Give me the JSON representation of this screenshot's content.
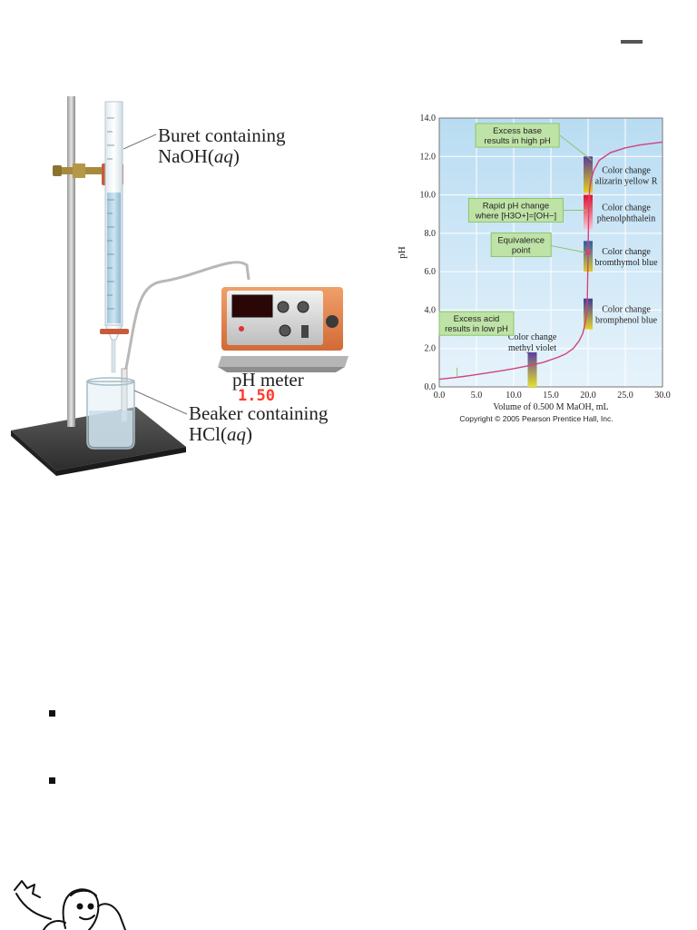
{
  "page": {
    "top_dash": "—"
  },
  "apparatus": {
    "buret_label_line1": "Buret containing",
    "buret_label_line2": "NaOH(",
    "buret_label_italic": "aq",
    "buret_label_close": ")",
    "meter_display": "1.50",
    "meter_label": "pH meter",
    "beaker_label_line1": "Beaker containing",
    "beaker_label_line2": "HCl(",
    "beaker_label_italic": "aq",
    "beaker_label_close": ")"
  },
  "chart_data": {
    "type": "line",
    "xlabel": "Volume of 0.500 M MaOH, mL",
    "ylabel": "pH",
    "xlim": [
      0,
      30
    ],
    "ylim": [
      0,
      14
    ],
    "x_ticks": [
      "0.0",
      "5.0",
      "10.0",
      "15.0",
      "20.0",
      "25.0",
      "30.0"
    ],
    "y_ticks": [
      "0.0",
      "2.0",
      "4.0",
      "6.0",
      "8.0",
      "10.0",
      "12.0",
      "14.0"
    ],
    "grid": true,
    "series": [
      {
        "x": [
          0,
          2,
          4,
          6,
          8,
          10,
          12,
          14,
          16,
          17,
          18,
          18.8,
          19.3,
          19.6,
          19.8,
          19.9,
          20.0,
          20.1,
          20.2,
          20.4,
          20.8,
          21.5,
          23,
          25,
          27,
          30
        ],
        "y": [
          0.4,
          0.48,
          0.58,
          0.7,
          0.82,
          0.95,
          1.1,
          1.28,
          1.55,
          1.72,
          2.0,
          2.4,
          2.8,
          3.3,
          3.8,
          4.5,
          7.0,
          9.6,
          10.3,
          10.8,
          11.3,
          11.8,
          12.2,
          12.45,
          12.6,
          12.75
        ]
      }
    ],
    "indicators": [
      {
        "name_line1": "Color change",
        "name_line2": "methyl violet",
        "x": 12.5,
        "y_low": 0.0,
        "y_high": 1.8,
        "color_low": "#e6df2a",
        "color_high": "#5a3ea0"
      },
      {
        "name_line1": "Color change",
        "name_line2": "bromphenol blue",
        "x": 20.0,
        "y_low": 3.0,
        "y_high": 4.6,
        "color_low": "#e6d22a",
        "color_high": "#3e3c9a"
      },
      {
        "name_line1": "Color change",
        "name_line2": "bromthymol blue",
        "x": 20.0,
        "y_low": 6.0,
        "y_high": 7.6,
        "color_low": "#dccb2a",
        "color_high": "#2f5aa8"
      },
      {
        "name_line1": "Color change",
        "name_line2": "phenolphthalein",
        "x": 20.0,
        "y_low": 8.2,
        "y_high": 10.0,
        "color_low": "#f7c9d4",
        "color_high": "#e0112a"
      },
      {
        "name_line1": "Color change",
        "name_line2": "alizarin yellow R",
        "x": 20.0,
        "y_low": 10.1,
        "y_high": 12.0,
        "color_low": "#e3d21f",
        "color_high": "#5b3c98"
      }
    ],
    "annotations": [
      {
        "line1": "Excess base",
        "line2": "results in high pH"
      },
      {
        "line1": "Rapid pH change",
        "line2": "where [H3O+]=[OH−]"
      },
      {
        "line1": "Equivalence",
        "line2": "point"
      },
      {
        "line1": "Excess acid",
        "line2": "results in low pH"
      }
    ],
    "equivalence_point": {
      "x": 20.0,
      "y": 7.0
    },
    "copyright": "Copyright © 2005 Pearson Prentice Hall, Inc.",
    "colors": {
      "plot_bg_top": "#b9dcf2",
      "plot_bg_bottom": "#e6f3fb",
      "curve": "#d2427c",
      "callout_fill": "#bfe3a7",
      "callout_stroke": "#8cc56c"
    }
  }
}
